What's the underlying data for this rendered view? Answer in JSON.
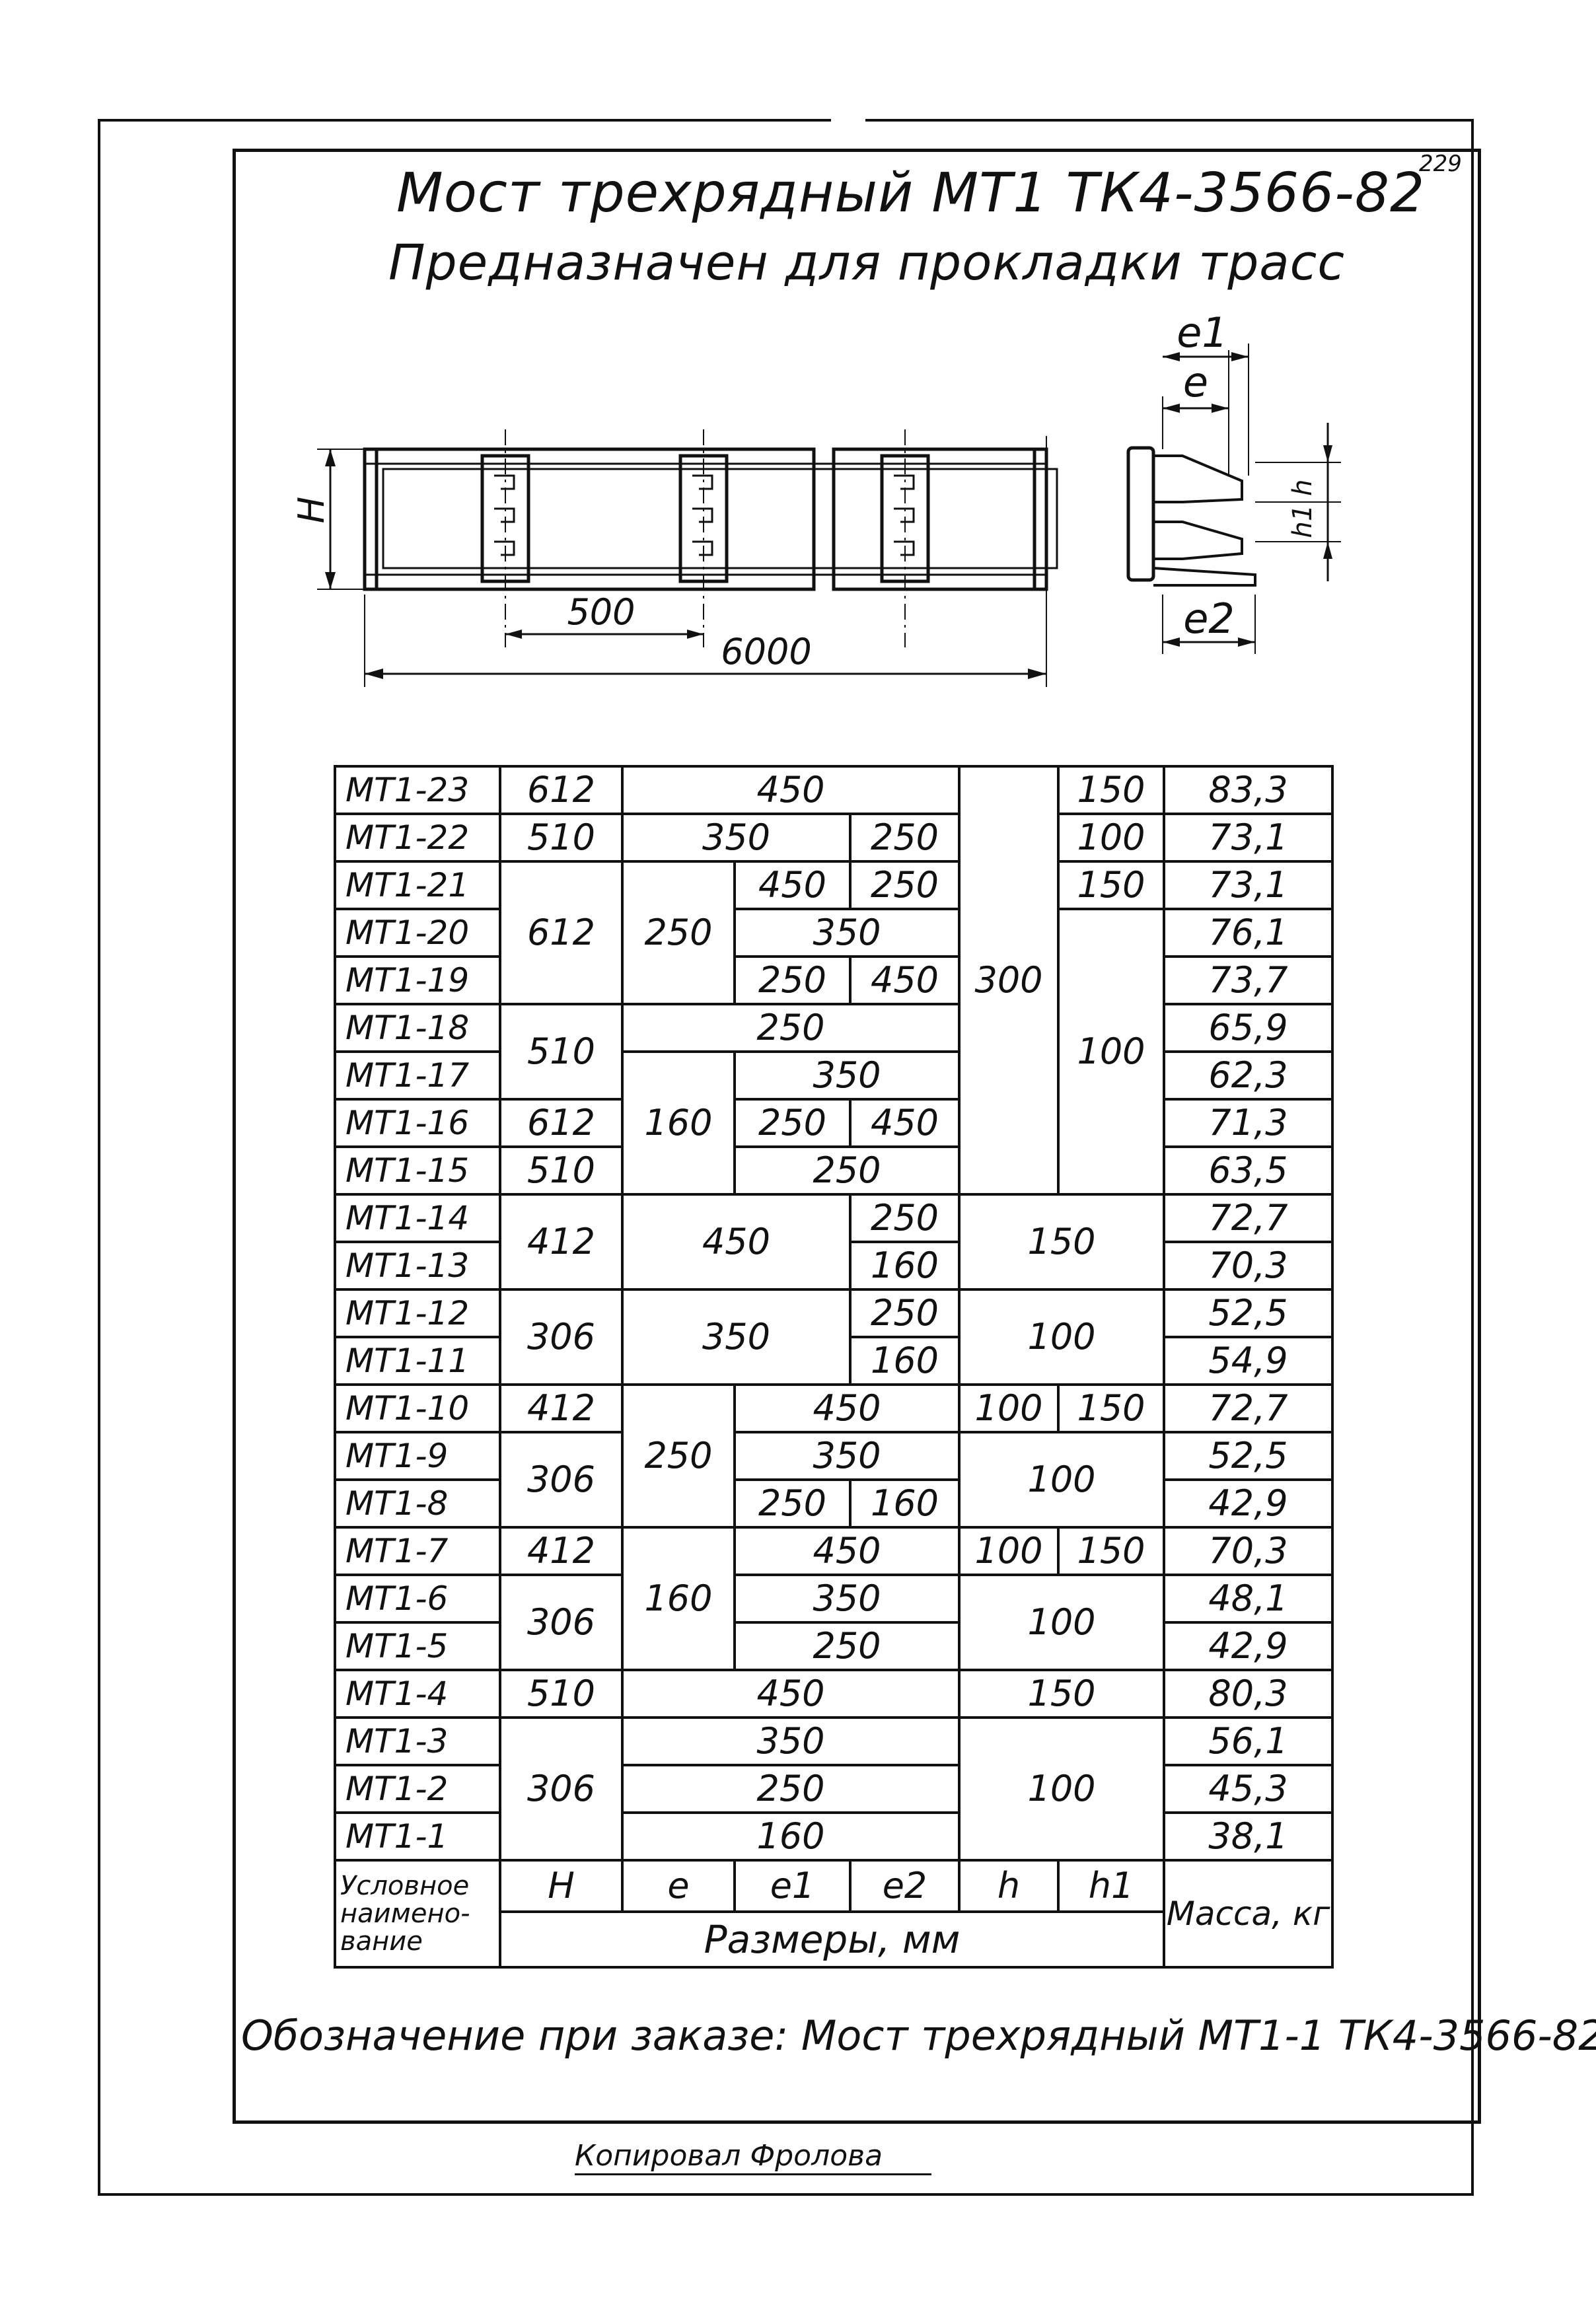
{
  "header": {
    "sheet_number": "229",
    "title": "Мост трехрядный МТ1 ТК4-3566-82",
    "subtitle": "Предназначен для прокладки трасс"
  },
  "drawing": {
    "dim_H": "H",
    "dim_500": "500",
    "dim_6000": "6000",
    "dim_e1": "e1",
    "dim_e": "e",
    "dim_e2": "e2",
    "dim_h1_h": "h1 h"
  },
  "table": {
    "rows": [
      [
        "МТ1-23",
        "612",
        "450",
        "300",
        "150",
        "83,3"
      ],
      [
        "МТ1-22",
        "510",
        "350",
        "250",
        "100",
        "73,1"
      ],
      [
        "МТ1-21",
        "612",
        "250",
        "450",
        "250",
        "150",
        "73,1"
      ],
      [
        "МТ1-20",
        "350",
        "100",
        "76,1"
      ],
      [
        "МТ1-19",
        "250",
        "450",
        "73,7"
      ],
      [
        "МТ1-18",
        "510",
        "250",
        "65,9"
      ],
      [
        "МТ1-17",
        "160",
        "350",
        "62,3"
      ],
      [
        "МТ1-16",
        "612",
        "250",
        "450",
        "71,3"
      ],
      [
        "МТ1-15",
        "510",
        "250",
        "63,5"
      ],
      [
        "МТ1-14",
        "412",
        "450",
        "250",
        "150",
        "72,7"
      ],
      [
        "МТ1-13",
        "160",
        "70,3"
      ],
      [
        "МТ1-12",
        "306",
        "350",
        "250",
        "100",
        "52,5"
      ],
      [
        "МТ1-11",
        "160",
        "54,9"
      ],
      [
        "МТ1-10",
        "412",
        "250",
        "450",
        "100",
        "150",
        "72,7"
      ],
      [
        "МТ1-9",
        "306",
        "350",
        "100",
        "52,5"
      ],
      [
        "МТ1-8",
        "250",
        "160",
        "42,9"
      ],
      [
        "МТ1-7",
        "412",
        "160",
        "450",
        "100",
        "150",
        "70,3"
      ],
      [
        "МТ1-6",
        "306",
        "350",
        "100",
        "48,1"
      ],
      [
        "МТ1-5",
        "250",
        "42,9"
      ],
      [
        "МТ1-4",
        "510",
        "450",
        "150",
        "80,3"
      ],
      [
        "МТ1-3",
        "306",
        "350",
        "100",
        "56,1"
      ],
      [
        "МТ1-2",
        "250",
        "45,3"
      ],
      [
        "МТ1-1",
        "160",
        "38,1"
      ]
    ],
    "head": {
      "name": "Условное наимено-вание",
      "H": "H",
      "e": "e",
      "e1": "e1",
      "e2": "e2",
      "h": "h",
      "h1": "h1",
      "mass": "Масса, кг",
      "dims": "Размеры, мм"
    }
  },
  "footer": {
    "order_note": "Обозначение при заказе: Мост трехрядный МТ1-1 ТК4-3566-82",
    "copied": "Копировал Фролова"
  }
}
